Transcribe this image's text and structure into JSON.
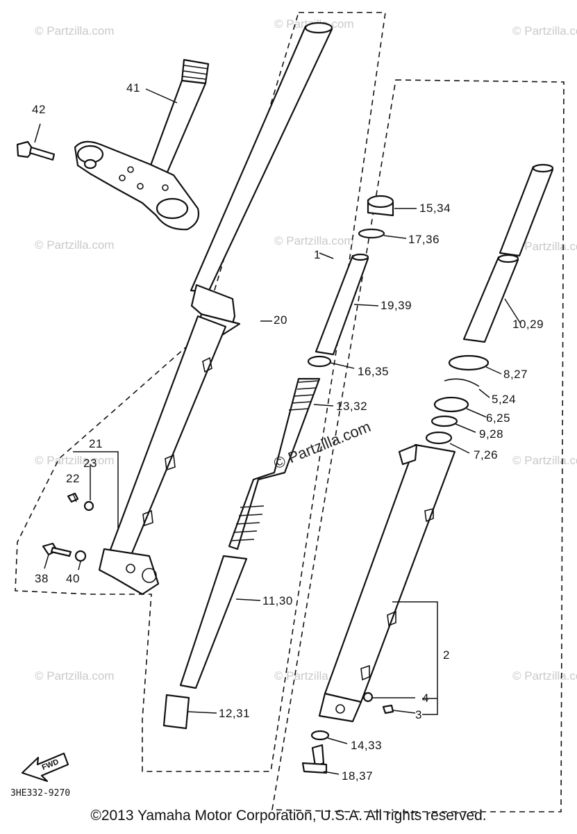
{
  "diagram": {
    "drawing_code": "3HE332-9270",
    "fwd_label": "FWD",
    "watermark": "© Partzilla.com",
    "center_watermark": "© Partzilla.com",
    "footer": "©2013 Yamaha Motor Corporation, U.S.A. All rights reserved.",
    "callouts": {
      "c41": "41",
      "c42": "42",
      "c20": "20",
      "c21": "21",
      "c22": "22",
      "c23": "23",
      "c38": "38",
      "c40": "40",
      "c1": "1",
      "c15_34": "15,34",
      "c17_36": "17,36",
      "c19_39": "19,39",
      "c16_35": "16,35",
      "c13_32": "13,32",
      "c11_30": "11,30",
      "c12_31": "12,31",
      "c10_29": "10,29",
      "c8_27": "8,27",
      "c5_24": "5,24",
      "c6_25": "6,25",
      "c9_28": "9,28",
      "c7_26": "7,26",
      "c2": "2",
      "c4": "4",
      "c3": "3",
      "c14_33": "14,33",
      "c18_37": "18,37"
    }
  }
}
